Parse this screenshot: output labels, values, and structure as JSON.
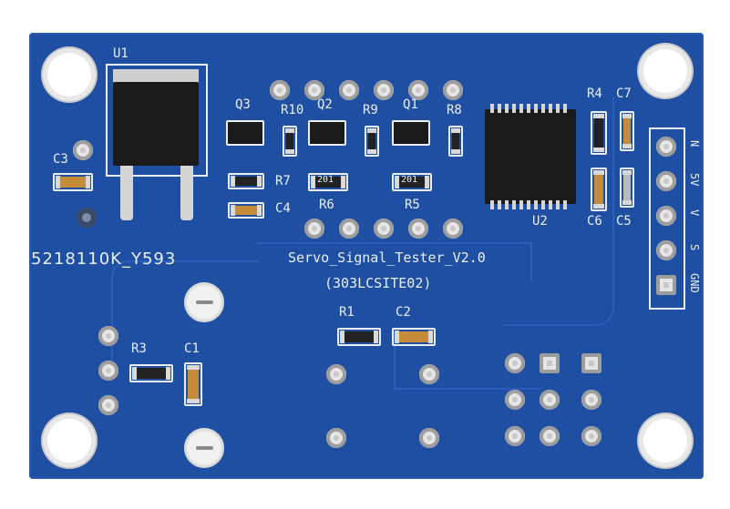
{
  "board": {
    "title": "Servo_Signal_Tester_V2.0",
    "subtitle": "(303LCSITE02)",
    "code": "5218110K_Y593",
    "colors": {
      "pcb": "#1f4fa3",
      "silk": "#e9eef7",
      "copper": "#c8c8c8",
      "ic": "#1a1a1a"
    }
  },
  "labels": {
    "u1": "U1",
    "u2": "U2",
    "q1": "Q1",
    "q2": "Q2",
    "q3": "Q3",
    "r1": "R1",
    "r3": "R3",
    "r4": "R4",
    "r5": "R5",
    "r6": "R6",
    "r7": "R7",
    "r8": "R8",
    "r9": "R9",
    "r10": "R10",
    "c1": "C1",
    "c2": "C2",
    "c3": "C3",
    "c4": "C4",
    "c5": "C5",
    "c6": "C6",
    "c7": "C7"
  },
  "connector": {
    "pins": [
      "N",
      "5V",
      "V",
      "S",
      "GND"
    ]
  },
  "marks": {
    "sot_code": "201"
  }
}
